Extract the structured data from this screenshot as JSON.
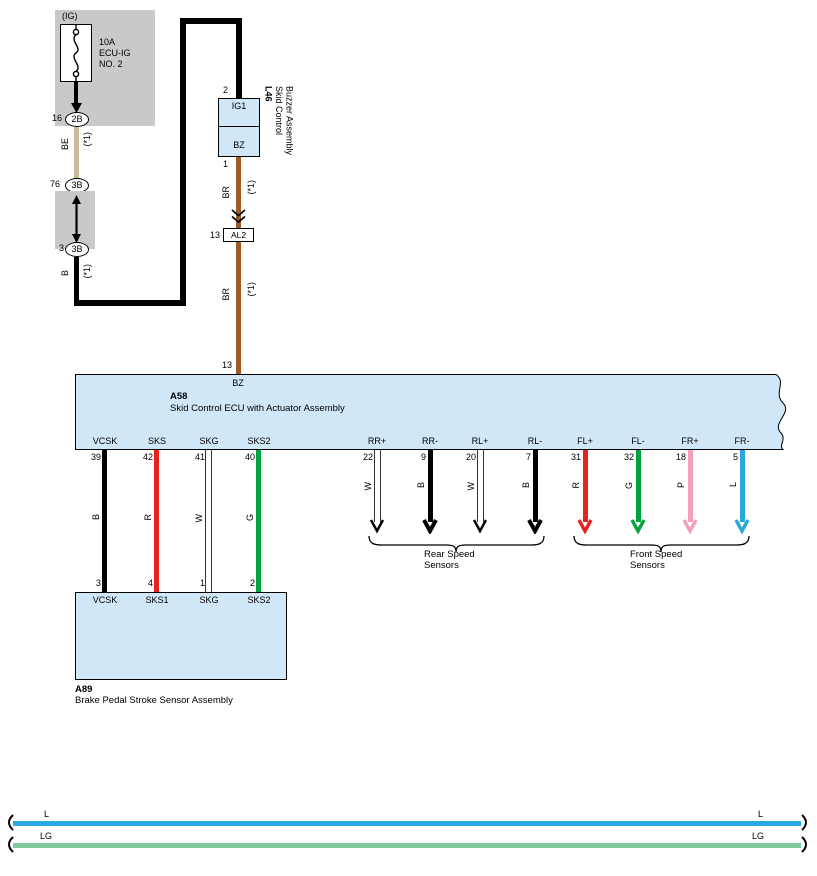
{
  "colors": {
    "component_fill": "#cfe7f6",
    "panel_gray": "#c9c9c9",
    "wire_black": "#000000",
    "wire_beige": "#c9bc9b",
    "wire_brown": "#9d5b28",
    "wire_red": "#e8231f",
    "wire_green": "#00a33e",
    "wire_white": "#ffffff",
    "wire_pink": "#f59ec0",
    "wire_lightblue": "#29a8e0",
    "bus_green": "#7fca9f"
  },
  "fuse_block": {
    "source_label": "(IG)",
    "rating": "10A",
    "name_line1": "ECU-IG",
    "name_line2": "NO. 2"
  },
  "connectors": {
    "c2b": {
      "pin": "16",
      "label": "2B"
    },
    "c3b_upper": {
      "pin": "76",
      "label": "3B"
    },
    "c3b_lower": {
      "pin": "3",
      "label": "3B"
    },
    "al2": {
      "pin": "13",
      "label": "AL2"
    }
  },
  "wire_labels": {
    "be": {
      "code": "BE",
      "note": "(*1)"
    },
    "b": {
      "code": "B",
      "note": "(*1)"
    },
    "br_upper": {
      "code": "BR",
      "note": "(*1)"
    },
    "br_lower": {
      "code": "BR",
      "note": "(*1)"
    }
  },
  "l46": {
    "pin_top_num": "2",
    "pin_top_label": "IG1",
    "pin_bottom_num": "1",
    "pin_bottom_label": "BZ",
    "id": "L46",
    "name_line1": "Skid Control",
    "name_line2": "Buzzer Assembly"
  },
  "a58": {
    "id": "A58",
    "name": "Skid Control ECU with Actuator Assembly",
    "top_pin_num": "13",
    "top_pin_label": "BZ",
    "bottom_pins": [
      {
        "num": "39",
        "label": "VCSK"
      },
      {
        "num": "42",
        "label": "SKS"
      },
      {
        "num": "41",
        "label": "SKG"
      },
      {
        "num": "40",
        "label": "SKS2"
      },
      {
        "num": "22",
        "label": "RR+"
      },
      {
        "num": "9",
        "label": "RR-"
      },
      {
        "num": "20",
        "label": "RL+"
      },
      {
        "num": "7",
        "label": "RL-"
      },
      {
        "num": "31",
        "label": "FL+"
      },
      {
        "num": "32",
        "label": "FL-"
      },
      {
        "num": "18",
        "label": "FR+"
      },
      {
        "num": "5",
        "label": "FR-"
      }
    ]
  },
  "stroke_wires": [
    {
      "code": "B"
    },
    {
      "code": "R"
    },
    {
      "code": "W"
    },
    {
      "code": "G"
    }
  ],
  "a89": {
    "id": "A89",
    "name": "Brake Pedal Stroke Sensor Assembly",
    "pins": [
      {
        "num": "3",
        "label": "VCSK"
      },
      {
        "num": "4",
        "label": "SKS1"
      },
      {
        "num": "1",
        "label": "SKG"
      },
      {
        "num": "2",
        "label": "SKS2"
      }
    ]
  },
  "speed_wires": [
    {
      "code": "W"
    },
    {
      "code": "B"
    },
    {
      "code": "W"
    },
    {
      "code": "B"
    },
    {
      "code": "R"
    },
    {
      "code": "G"
    },
    {
      "code": "P"
    },
    {
      "code": "L"
    }
  ],
  "sensor_groups": [
    {
      "line1": "Rear Speed",
      "line2": "Sensors"
    },
    {
      "line1": "Front Speed",
      "line2": "Sensors"
    }
  ],
  "bus_lines": [
    {
      "left_label": "L",
      "right_label": "L"
    },
    {
      "left_label": "LG",
      "right_label": "LG"
    }
  ]
}
